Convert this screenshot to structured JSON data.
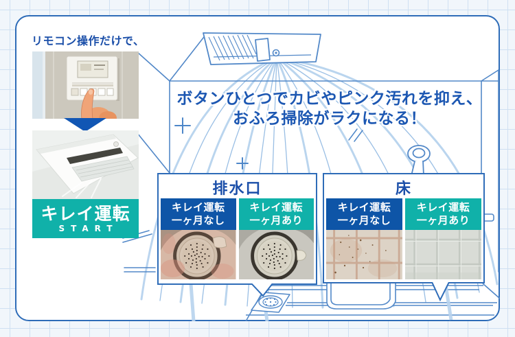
{
  "lead_text": "リモコン操作だけで、",
  "start_banner": {
    "title": "キレイ運転",
    "subtitle": "START"
  },
  "headline": {
    "line1": "ボタンひとつでカビやピンク汚れを抑え、",
    "line2": "おふろ掃除がラクになる！"
  },
  "comparisons": [
    {
      "title": "排水口",
      "before": {
        "line1": "キレイ運転",
        "line2": "一ヶ月なし"
      },
      "after": {
        "line1": "キレイ運転",
        "line2": "一ヶ月あり"
      }
    },
    {
      "title": "床",
      "before": {
        "line1": "キレイ運転",
        "line2": "一ヶ月なし"
      },
      "after": {
        "line1": "キレイ運転",
        "line2": "一ヶ月あり"
      }
    }
  ],
  "colors": {
    "accent_blue": "#1c57b2",
    "label_blue": "#0e55a7",
    "teal": "#10b1a9",
    "panel_border": "#2e6cb8",
    "scene_line": "#5288c8",
    "scene_light_line": "#b7d3ee"
  }
}
